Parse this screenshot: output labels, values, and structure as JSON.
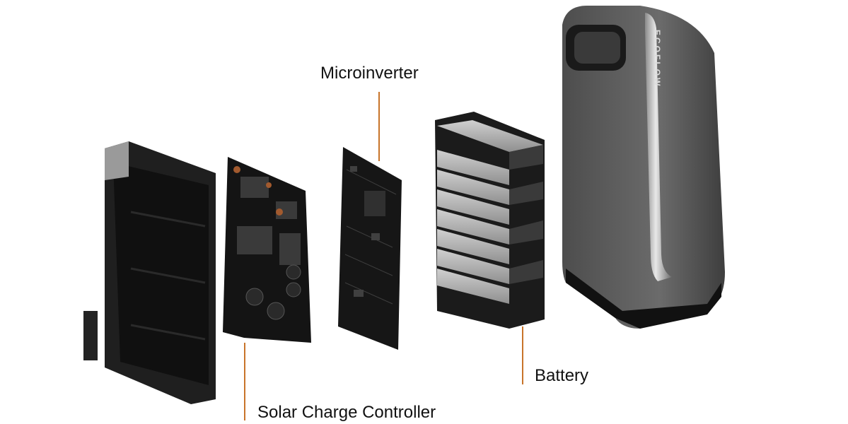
{
  "labels": {
    "microinverter": "Microinverter",
    "battery": "Battery",
    "solar_charge_controller": "Solar Charge Controller"
  },
  "brand": {
    "text": "ECOFLOW"
  },
  "colors": {
    "leader_line": "#c8742a",
    "label_text": "#111111",
    "background": "#ffffff",
    "enclosure": "#1c1c1c",
    "circuit_board": "#141414",
    "battery_cell": "#b8b8b8",
    "housing": "#5a5a5a"
  }
}
